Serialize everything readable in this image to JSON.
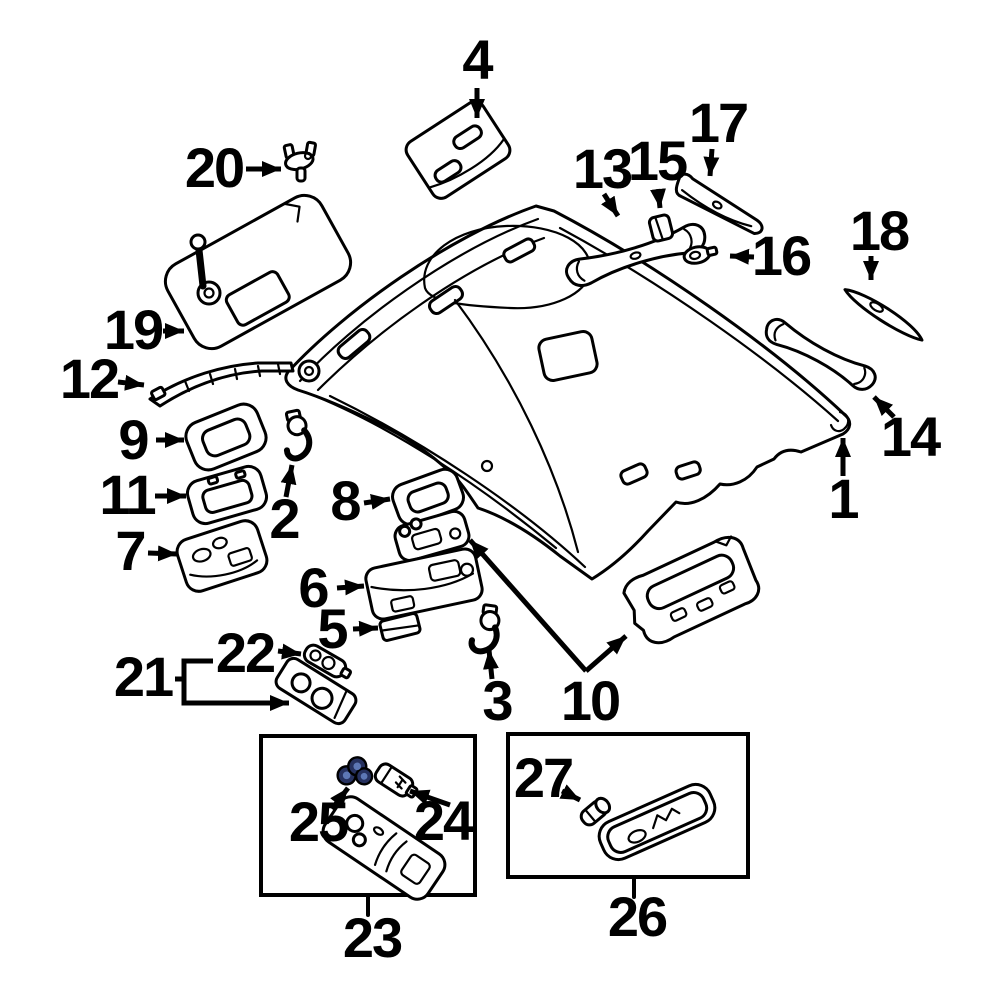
{
  "colors": {
    "background": "#ffffff",
    "line": "#000000",
    "connector_body": "#26315f",
    "connector_dots": "#5d77b5"
  },
  "callouts": {
    "1": "1",
    "2": "2",
    "3": "3",
    "4": "4",
    "5": "5",
    "6": "6",
    "7": "7",
    "8": "8",
    "9": "9",
    "10": "10",
    "11": "11",
    "12": "12",
    "13": "13",
    "14": "14",
    "15": "15",
    "16": "16",
    "17": "17",
    "18": "18",
    "19": "19",
    "20": "20",
    "21": "21",
    "22": "22",
    "23": "23",
    "24": "24",
    "25": "25",
    "26": "26",
    "27": "27"
  }
}
